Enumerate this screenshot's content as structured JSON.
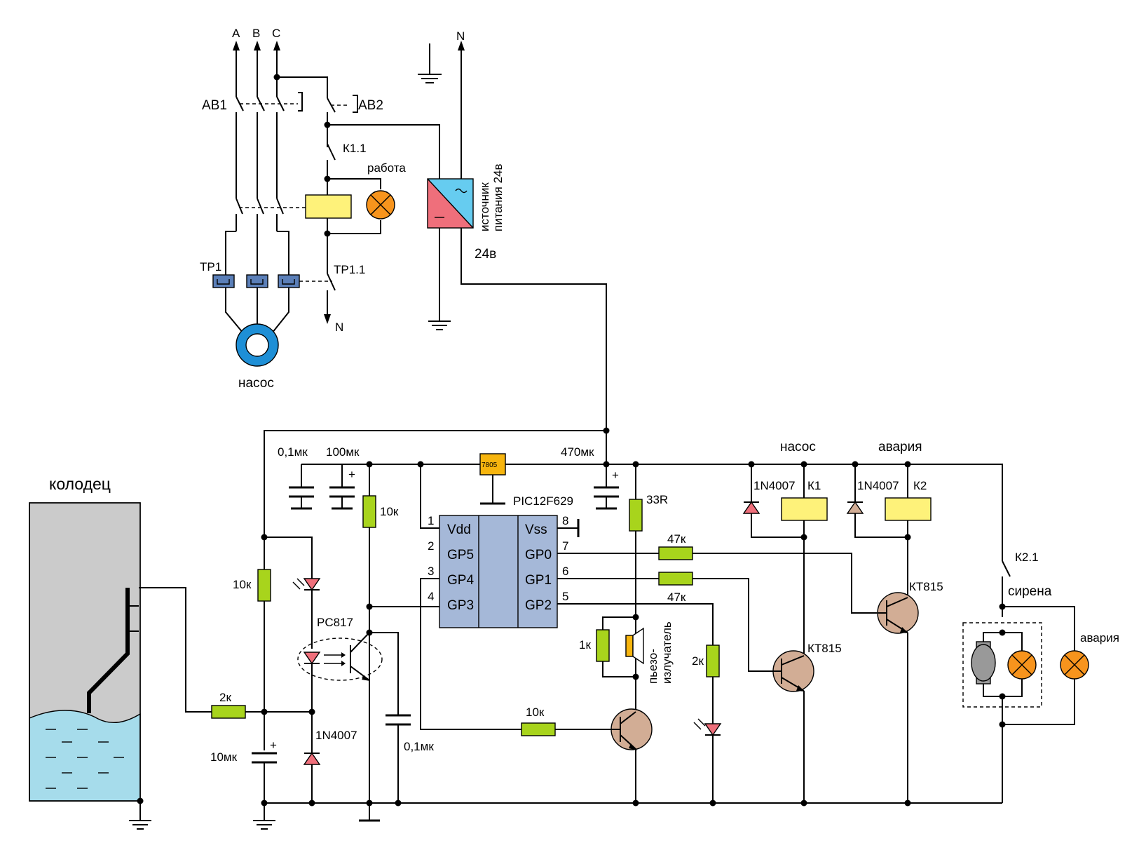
{
  "phases": [
    "A",
    "B",
    "C"
  ],
  "neutral_top": "N",
  "neutral_bottom": "N",
  "breaker1": "АВ1",
  "breaker2": "АВ2",
  "contact_k11": "К1.1",
  "lamp_work": "работа",
  "thermal_relay": "ТР1",
  "thermal_contact": "ТР1.1",
  "pump_motor": "насос",
  "psu_label_line1": "источник",
  "psu_label_line2": "питания 24в",
  "psu_out": "24в",
  "well": "колодец",
  "cap1": "0,1мк",
  "cap2": "100мк",
  "regulator": "7805",
  "cap3": "470мк",
  "mcu": "PIC12F629",
  "pin_nums": [
    "1",
    "2",
    "3",
    "4",
    "8",
    "7",
    "6",
    "5"
  ],
  "pins_left": [
    "Vdd",
    "GP5",
    "GP4",
    "GP3"
  ],
  "pins_right": [
    "Vss",
    "GP0",
    "GP1",
    "GP2"
  ],
  "r_10k_a": "10к",
  "r_10k_b": "10к",
  "r_10k_c": "10к",
  "r_2k_a": "2к",
  "r_2k_b": "2к",
  "r_1k": "1к",
  "r_33r": "33R",
  "r_47k_a": "47к",
  "r_47k_b": "47к",
  "optocoupler": "PC817",
  "diode_a": "1N4007",
  "diode_b": "1N4007",
  "diode_c": "1N4007",
  "cap4": "10мк",
  "cap5": "0,1мк",
  "piezo_line1": "пьезо-",
  "piezo_line2": "излучатель",
  "relay_k1": "К1",
  "relay_k2": "К2",
  "label_pump_relay": "насос",
  "label_alarm_relay": "авария",
  "transistor_a": "КТ815",
  "transistor_b": "КТ815",
  "contact_k21": "К2.1",
  "siren": "сирена",
  "lamp_alarm": "авария",
  "colors": {
    "resistor": "#a8d41c",
    "relay_coil": "#fef27a",
    "lamp": "#f7941d",
    "motor": "#1e8fd6",
    "thermal": "#5b7fb8",
    "psu_ac": "#66ccf0",
    "psu_dc": "#ef6f7b",
    "mcu": "#a5b8d8",
    "regulator": "#f7b50e",
    "transistor": "#d2ad95",
    "water": "#a6dceb",
    "well_wall": "#cbcbcb"
  }
}
